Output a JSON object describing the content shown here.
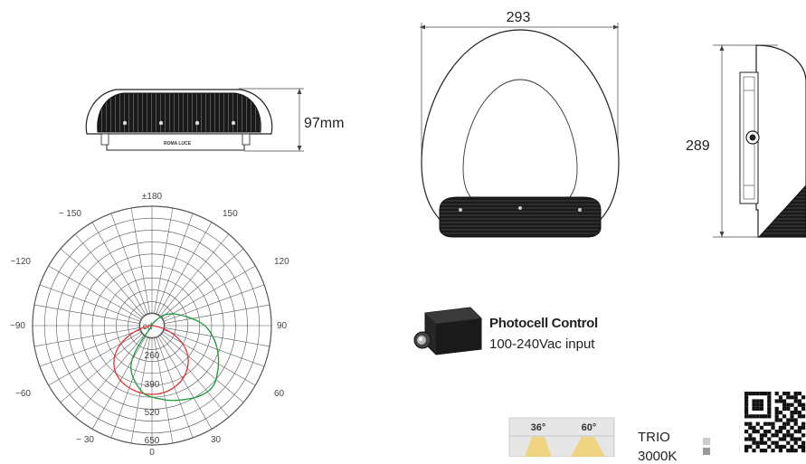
{
  "front_view": {
    "brand_label": "ROMA LUCE",
    "height_dimension": "97mm"
  },
  "side_view": {
    "width_dimension": "293"
  },
  "profile_view": {
    "height_dimension": "289"
  },
  "polar_diagram": {
    "angle_labels": {
      "top": "±180",
      "upper_left": "− 150",
      "upper_right": "150",
      "left_upper": "−120",
      "right_upper": "120",
      "left": "−90",
      "right": "90",
      "lower_left_60": "−60",
      "lower_right_60": "60",
      "lower_left_30": "− 30",
      "lower_right_30": "30",
      "bottom": "0"
    },
    "radial_labels": [
      "260",
      "390",
      "520",
      "650"
    ],
    "center_label": "cd",
    "curve_colors": {
      "c0_180": "#e03030",
      "c90_270": "#1e9a3e"
    }
  },
  "photocell": {
    "title": "Photocell Control",
    "subtitle": "100-240Vac input"
  },
  "optics": {
    "angles": [
      "36°",
      "60°"
    ],
    "name": "TRIO",
    "cct_partial": "3000K"
  }
}
